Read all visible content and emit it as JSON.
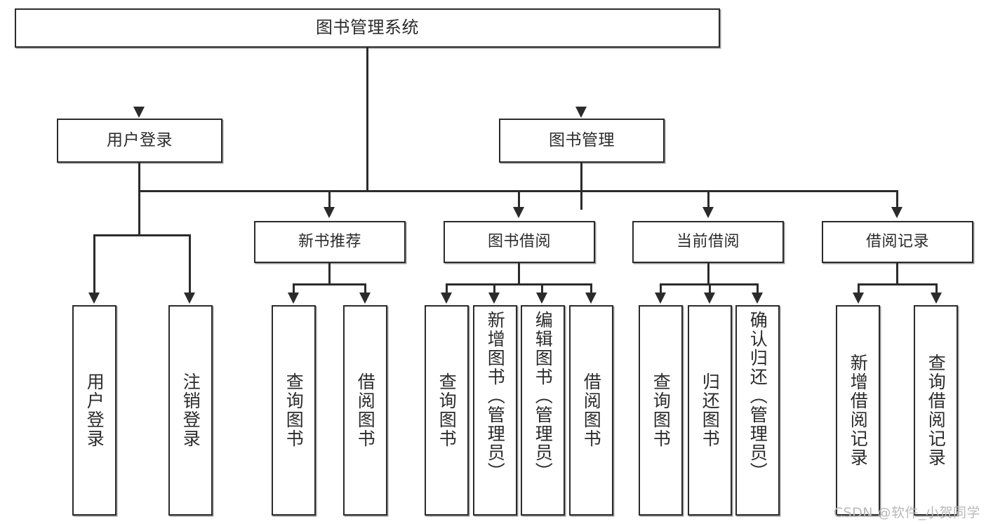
{
  "diagram": {
    "type": "tree-hierarchy-chart",
    "title": "图书管理系统",
    "watermark": "CSDN @软件_小贺同学",
    "root": {
      "label": "图书管理系统"
    },
    "level2": [
      {
        "label": "用户登录"
      },
      {
        "label": "图书管理"
      }
    ],
    "level3": [
      {
        "label": "新书推荐"
      },
      {
        "label": "图书借阅"
      },
      {
        "label": "当前借阅"
      },
      {
        "label": "借阅记录"
      }
    ],
    "leaves": {
      "user_login": [
        {
          "label": "用户登录"
        },
        {
          "label": "注销登录"
        }
      ],
      "new_book_recommend": [
        {
          "label": "查询图书"
        },
        {
          "label": "借阅图书"
        }
      ],
      "book_borrow": [
        {
          "label": "查询图书"
        },
        {
          "label": "新增图书（管理员）"
        },
        {
          "label": "编辑图书（管理员）"
        },
        {
          "label": "借阅图书"
        }
      ],
      "current_borrow": [
        {
          "label": "查询图书"
        },
        {
          "label": "归还图书"
        },
        {
          "label": "确认归还（管理员）"
        }
      ],
      "borrow_record": [
        {
          "label": "新增借阅记录"
        },
        {
          "label": "查询借阅记录"
        }
      ]
    },
    "colors": {
      "stroke": "#2b2b2b",
      "fill": "#ffffff",
      "watermark": "#b9b9b9"
    }
  }
}
